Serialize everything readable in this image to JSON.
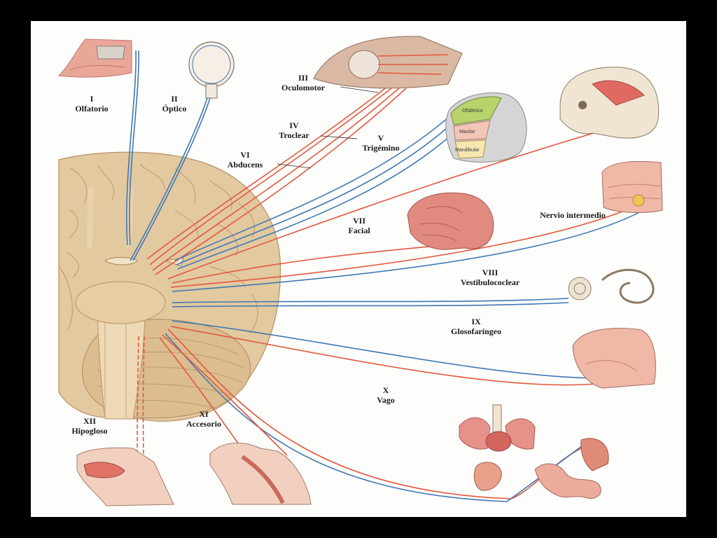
{
  "colors": {
    "background": "#000000",
    "sheet": "#fdfdfb",
    "nerve_red": "#e4573d",
    "nerve_blue": "#3f78b4",
    "brain": "#e2c9a0",
    "brain_dark": "#c9a477",
    "flesh": "#e9a79a",
    "muscle": "#d9706a"
  },
  "nerves": [
    {
      "numeral": "I",
      "name": "Olfatorio"
    },
    {
      "numeral": "II",
      "name": "Óptico"
    },
    {
      "numeral": "III",
      "name": "Oculomotor"
    },
    {
      "numeral": "IV",
      "name": "Troclear"
    },
    {
      "numeral": "V",
      "name": "Trigémino"
    },
    {
      "numeral": "VI",
      "name": "Abducens"
    },
    {
      "numeral": "VII",
      "name": "Facial"
    },
    {
      "numeral": "",
      "name": "Nervio intermedio"
    },
    {
      "numeral": "VIII",
      "name": "Vestibulococlear"
    },
    {
      "numeral": "IX",
      "name": "Glosofaríngeo"
    },
    {
      "numeral": "X",
      "name": "Vago"
    },
    {
      "numeral": "XI",
      "name": "Accesorio"
    },
    {
      "numeral": "XII",
      "name": "Hipogloso"
    }
  ],
  "trigeminal_branches": [
    "Oftálmico",
    "Maxilar",
    "Mandibular"
  ]
}
